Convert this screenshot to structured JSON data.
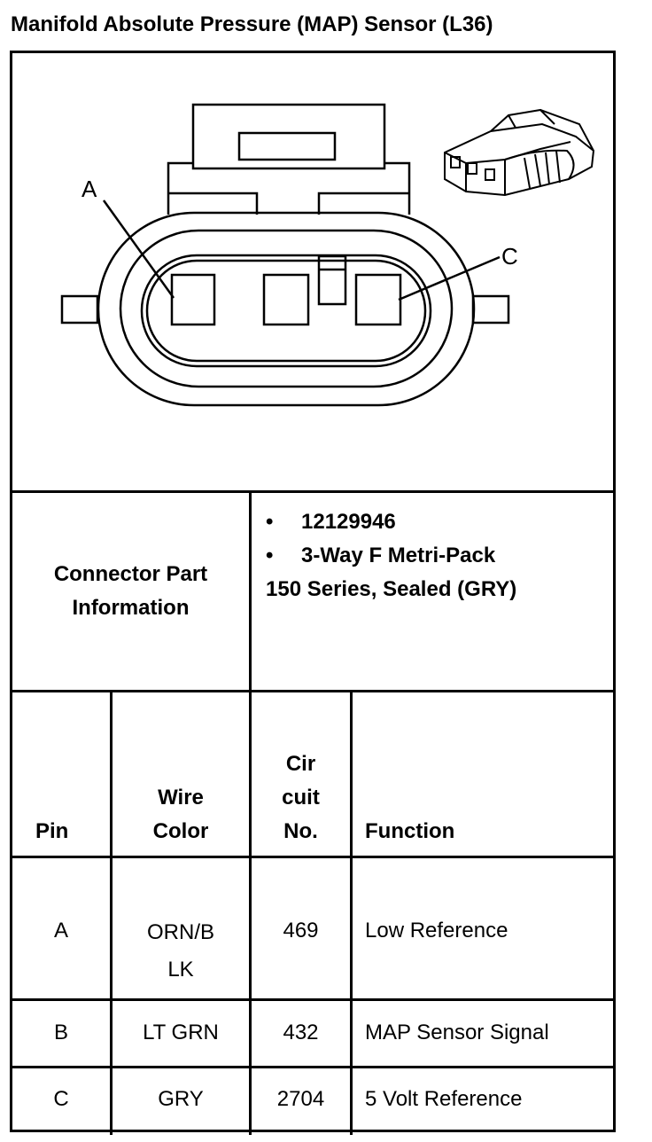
{
  "title": "Manifold Absolute Pressure (MAP) Sensor (L36)",
  "diagram": {
    "pin_label_a": "A",
    "pin_label_c": "C"
  },
  "connector_info": {
    "label_line1": "Connector Part",
    "label_line2": "Information",
    "items": [
      "12129946",
      "3-Way F Metri-Pack"
    ],
    "continuation": "150 Series, Sealed (GRY)"
  },
  "table": {
    "headers": {
      "pin": "Pin",
      "wire_color_1": "Wire",
      "wire_color_2": "Color",
      "circuit_1": "Cir",
      "circuit_2": "cuit",
      "circuit_3": "No.",
      "function": "Function"
    },
    "rows": [
      {
        "pin": "A",
        "wire_color_1": "ORN/B",
        "wire_color_2": "LK",
        "circuit": "469",
        "function": "Low Reference"
      },
      {
        "pin": "B",
        "wire_color_1": "LT GRN",
        "wire_color_2": "",
        "circuit": "432",
        "function": "MAP Sensor Signal"
      },
      {
        "pin": "C",
        "wire_color_1": "GRY",
        "wire_color_2": "",
        "circuit": "2704",
        "function": "5 Volt Reference"
      }
    ]
  }
}
